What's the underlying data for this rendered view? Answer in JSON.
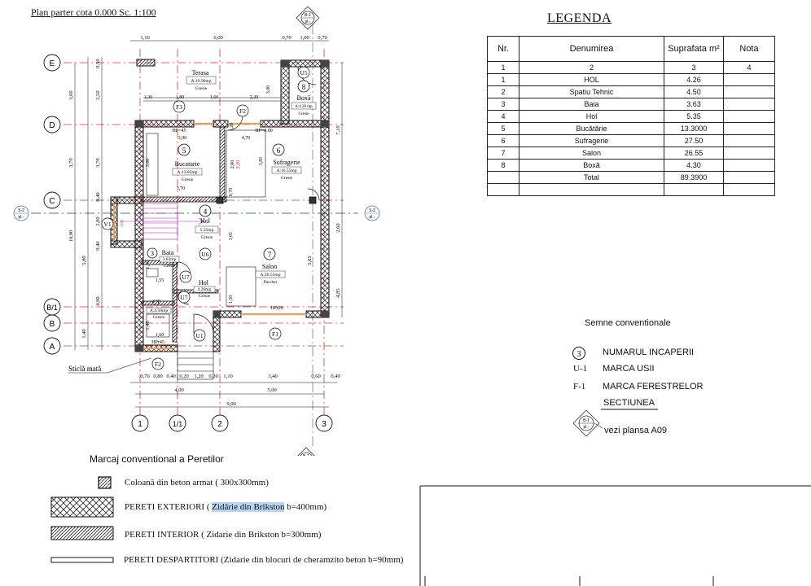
{
  "plan_title": "Plan parter cota  0.000 Sc. 1:100",
  "legend": {
    "title": "LEGENDA",
    "headers": [
      "Nr.",
      "Denumirea",
      "Suprafata m²",
      "Nota"
    ],
    "index_row": [
      "1",
      "2",
      "3",
      "4"
    ],
    "rows": [
      {
        "nr": "1",
        "name": "HOL",
        "area": "4.26"
      },
      {
        "nr": "2",
        "name": "Spatiu Tehnic",
        "area": "4.50"
      },
      {
        "nr": "3",
        "name": "Baia",
        "area": "3.63"
      },
      {
        "nr": "4",
        "name": "Hol",
        "area": "5.35"
      },
      {
        "nr": "5",
        "name": "Bucătărie",
        "area": "13.3000"
      },
      {
        "nr": "6",
        "name": "Sufragerie",
        "area": "27.50"
      },
      {
        "nr": "7",
        "name": "Salon",
        "area": "26.55"
      },
      {
        "nr": "8",
        "name": "Boxă",
        "area": "4.30"
      }
    ],
    "total_label": "Total",
    "total_value": "89.3900"
  },
  "semne": {
    "title": "Semne conventionale",
    "items": [
      {
        "symbol": "3",
        "text": "NUMARUL INCAPERII"
      },
      {
        "symbol": "U-1",
        "text": "MARCA USII"
      },
      {
        "symbol": "F-1",
        "text": "MARCA FERESTRELOR"
      }
    ],
    "section_label": "SECTIUNEA",
    "section_code": "B-1",
    "section_sheet": "pl.-",
    "section_ref": "vezi plansa A09"
  },
  "marcaj": {
    "title": "Marcaj conventional a Peretilor",
    "items": [
      {
        "text": "Coloană din beton armat  ( 300x300mm)"
      },
      {
        "pre": "PERETI EXTERIORI ( ",
        "hl": "Zidărie din Brikston",
        "post": " b=400mm)"
      },
      {
        "text": "PERETI INTERIOR ( Zidarie din Brikston b=300mm)"
      },
      {
        "text": "PERETI DESPARTITORI (Zidarie din blocuri  de cheramzito beton b=90mm)"
      }
    ]
  },
  "axes": {
    "rows": [
      "E",
      "D",
      "C",
      "B/1",
      "B",
      "A"
    ],
    "cols": [
      "1",
      "1/1",
      "2",
      "3"
    ]
  },
  "section_markers": {
    "s2": "S-2",
    "pl": "pl.-",
    "b1": "B-1"
  },
  "dims_top": [
    "1,10",
    "6,00",
    "0,70",
    "1,00",
    "0,70"
  ],
  "dims_bottom_row1": [
    "0,70",
    "0,80",
    "0,40",
    "0,20",
    "1,20",
    "0,20",
    "1,10",
    "3,40",
    "0,60",
    "0,40"
  ],
  "dims_bottom_row2": [
    "4,00",
    "5,00"
  ],
  "dims_bottom_total": "9,00",
  "dims_left_outer": [
    "3,00",
    "3,70",
    "10,90",
    "5,80",
    "4,90",
    "1,40"
  ],
  "dims_left_inner": [
    "0,50",
    "2,50",
    "3,70",
    "0,40",
    "2,00",
    "0,40",
    "1,90",
    "1,40"
  ],
  "dims_right": [
    "7,10",
    "2,60",
    "4,85",
    "5,65"
  ],
  "rooms": [
    {
      "name": "Terasa",
      "area": "A:19.90mp",
      "floor": "Gresie"
    },
    {
      "num": "8",
      "name": "Boxă",
      "area": "A:4.30 mp",
      "floor": "Gresie"
    },
    {
      "num": "5",
      "name": "Bucatarie",
      "area": "A:13.85mp",
      "floor": "Gresie"
    },
    {
      "num": "6",
      "name": "Sufragerie",
      "area": "A:16.55mp",
      "floor": "Gresie"
    },
    {
      "num": "4",
      "name": "Hol",
      "area": "5.35mp",
      "floor": "Gresie"
    },
    {
      "num": "7",
      "name": "Salon",
      "area": "A:26.55mp",
      "floor": "Parchet"
    },
    {
      "num": "3",
      "name": "Baia",
      "area": "3.63mp",
      "floor": "Gresie"
    },
    {
      "name": "Hol",
      "area": "4.26mp",
      "floor": "Gresie"
    },
    {
      "name": "CT",
      "area": "A:4.50mp",
      "floor": "Gresie"
    }
  ],
  "marks": {
    "u1": "U1",
    "u5": "U5",
    "u6": "U6",
    "u7a": "U7",
    "u7b": "U7",
    "f1": "F1",
    "f2": "F2",
    "f3": "F3",
    "f2b": "F2",
    "v1": "V1"
  },
  "plan_notes": {
    "hp45_a": "HP=45",
    "hp00": "HP=0.00",
    "hp20": "HPr20",
    "hp45_b": "HPr45",
    "sticla": "Sticlă mată",
    "d390": "3,90",
    "d470": "4,70",
    "d370": "3,70",
    "d160": "1,60",
    "t130": "1,30",
    "t180": "1,80",
    "t160": "1,60",
    "t220": "2,20",
    "v300": "3,00",
    "v120": "1,20",
    "v200": "2,00",
    "v220": "2,20",
    "v385": "3,85",
    "v360": "3,60",
    "v070": "0,70",
    "v301": "3,01",
    "v150": "1,50",
    "v155": "1,55",
    "v280": "2,80"
  }
}
